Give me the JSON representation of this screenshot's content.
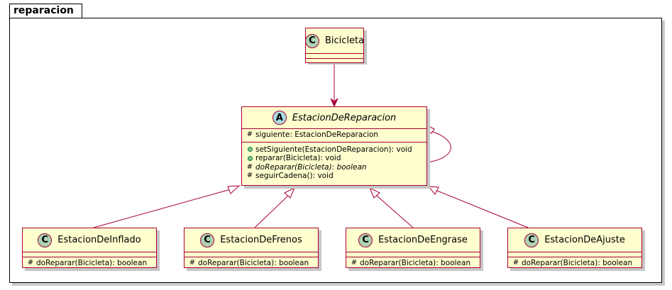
{
  "package": {
    "name": "reparacion"
  },
  "classes": {
    "bicicleta": {
      "stereotype": "C",
      "name": "Bicicleta"
    },
    "estacion": {
      "stereotype": "A",
      "name": "EstacionDeReparacion",
      "fields": [
        {
          "vis": "#",
          "text": "siguiente: EstacionDeReparacion"
        }
      ],
      "methods": [
        {
          "vis": "+",
          "text": "setSiguiente(EstacionDeReparacion): void"
        },
        {
          "vis": "+",
          "text": "reparar(Bicicleta): void"
        },
        {
          "vis": "#",
          "text": "doReparar(Bicicleta): boolean"
        },
        {
          "vis": "#",
          "text": "seguirCadena(): void"
        }
      ]
    },
    "inflado": {
      "stereotype": "C",
      "name": "EstacionDeInflado",
      "method": {
        "vis": "#",
        "text": "doReparar(Bicicleta): boolean"
      }
    },
    "frenos": {
      "stereotype": "C",
      "name": "EstacionDeFrenos",
      "method": {
        "vis": "#",
        "text": "doReparar(Bicicleta): boolean"
      }
    },
    "engrase": {
      "stereotype": "C",
      "name": "EstacionDeEngrase",
      "method": {
        "vis": "#",
        "text": "doReparar(Bicicleta): boolean"
      }
    },
    "ajuste": {
      "stereotype": "C",
      "name": "EstacionDeAjuste",
      "method": {
        "vis": "#",
        "text": "doReparar(Bicicleta): boolean"
      }
    }
  },
  "colors": {
    "border": "#A80036",
    "fill": "#FEFECE",
    "class_icon": "#ADD1B2",
    "abstract_icon": "#A9DCDF",
    "public_dot": "#84BE84"
  }
}
